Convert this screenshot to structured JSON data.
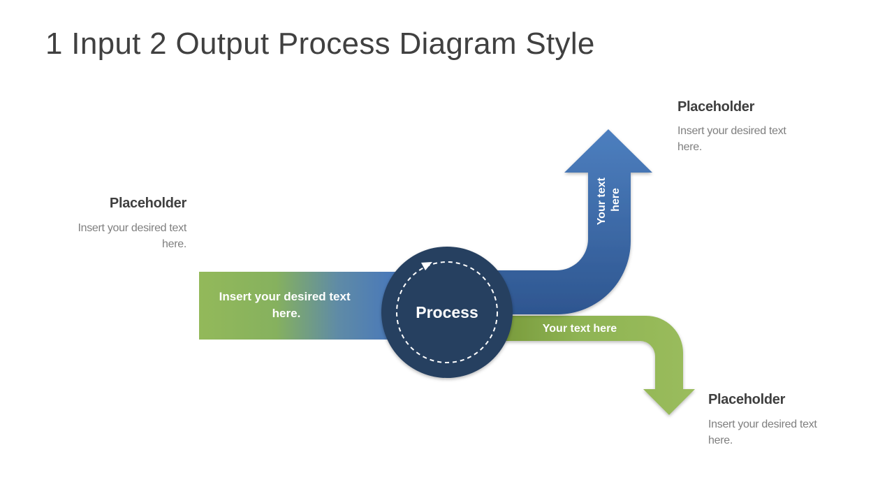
{
  "slide": {
    "title": "1 Input 2 Output Process Diagram Style"
  },
  "diagram": {
    "input_arrow_text": [
      "Insert your desired text",
      "here."
    ],
    "process_label": "Process",
    "output_up_text": [
      "Your text",
      "here"
    ],
    "output_down_text": "Your text here",
    "placeholders": {
      "left": {
        "heading": "Placeholder",
        "body": "Insert your desired text here."
      },
      "top": {
        "heading": "Placeholder",
        "body": "Insert your desired text here."
      },
      "bottom": {
        "heading": "Placeholder",
        "body": "Insert your desired text here."
      }
    }
  },
  "colors": {
    "green": "#8fb458",
    "blue": "#4a7ab8",
    "navy": "#253f60",
    "text_dark": "#3f3f3f",
    "text_muted": "#7f7f7f"
  }
}
